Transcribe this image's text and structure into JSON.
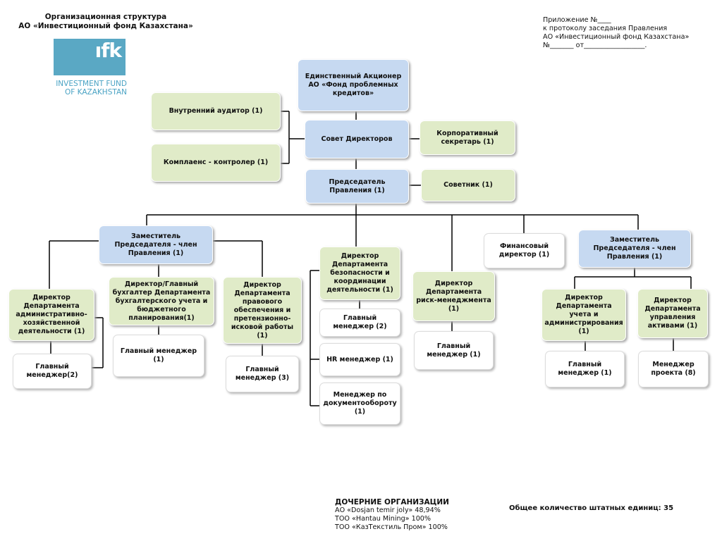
{
  "header": {
    "title_line1": "Организационная структура",
    "title_line2": "АО «Инвестиционный фонд Казахстана»"
  },
  "logo": {
    "mark": "ıfk",
    "caption_line1": "INVESTMENT FUND",
    "caption_line2": "OF KAZAKHSTAN"
  },
  "appendix": {
    "line1": "Приложение №____",
    "line2": " к протоколу заседания Правления",
    "line3": "АО «Инвестиционный фонд Казахстана»",
    "line4": "№_______ от__________________."
  },
  "nodes": {
    "shareholder": "Единственный Акционер АО «Фонд проблемных кредитов»",
    "internal_auditor": "Внутренний аудитор (1)",
    "compliance": "Комплаенс - контролер (1)",
    "board": "Совет Директоров",
    "secretary": "Корпоративный секретарь (1)",
    "chairman": "Председатель Правления (1)",
    "advisor": "Советник (1)",
    "deputy_left": "Заместитель Председателя - член Правления (1)",
    "security_dir": "Директор Департамента безопасности и координации деятельности (1)",
    "risk_dir": "Директор Департамента риск-менеджмента (1)",
    "cfo": "Финансовый директор (1)",
    "deputy_right": "Заместитель Председателя - член Правления (1)",
    "admin_dir": "Директор Департамента административно-хозяйственной деятельности (1)",
    "chief_accountant": "Директор/Главный бухгалтер Департамента бухгалтерского учета и бюджетного планирования(1)",
    "legal_dir": "Директор Департамента правового обеспечения и претензионно-исковой работы (1)",
    "accounting_dir": "Директор Департамента учета и администрирования (1)",
    "asset_dir": "Директор Департамента управления активами (1)",
    "mgr_admin": "Главный менеджер(2)",
    "mgr_accounting": "Главный менеджер (1)",
    "mgr_legal": "Главный менеджер (3)",
    "mgr_security": "Главный менеджер (2)",
    "hr_manager": "HR менеджер (1)",
    "doc_manager": "Менеджер по документообороту (1)",
    "mgr_risk": "Главный менеджер (1)",
    "mgr_acc_admin": "Главный менеджер (1)",
    "project_manager": "Менеджер проекта (8)"
  },
  "subsidiaries": {
    "title": "ДОЧЕРНИЕ ОРГАНИЗАЦИИ",
    "items": [
      "АО «Dosjan temir joly» 48,94%",
      "ТОО «Hantau Mining» 100%",
      "ТОО «КазТекстиль Пром» 100%"
    ]
  },
  "total_staff": "Общее количество штатных единиц: 35",
  "colors": {
    "blue_box": "#c6d9f1",
    "green_box": "#e0ebc8",
    "white_box": "#ffffff",
    "logo_bg": "#5aa8c4",
    "logo_text": "#4aa3c4",
    "line": "#000000"
  }
}
